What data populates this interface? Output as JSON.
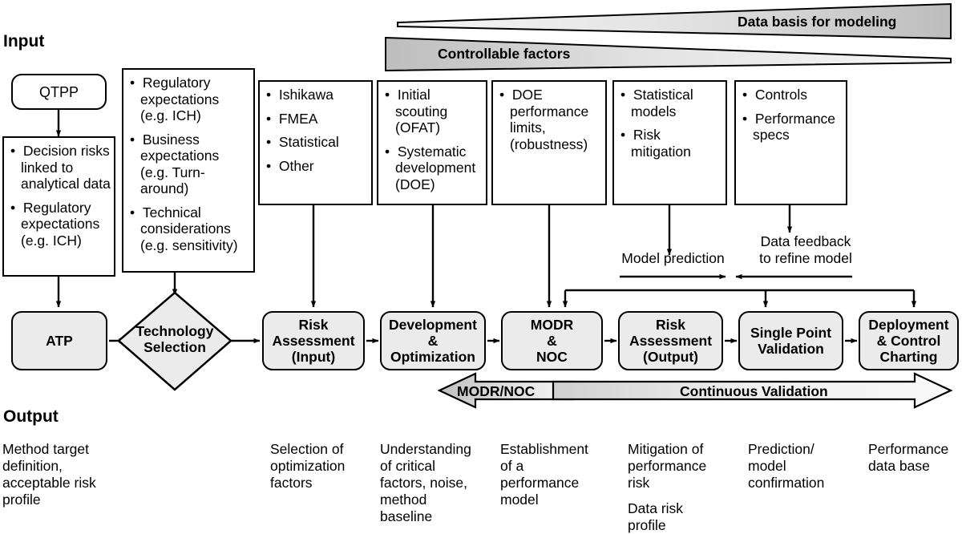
{
  "labels": {
    "input_heading": "Input",
    "output_heading": "Output"
  },
  "wedges": [
    {
      "name": "data-basis",
      "text": "Data basis for modeling"
    },
    {
      "name": "controllable-factors",
      "text": "Controllable factors"
    }
  ],
  "input_boxes": [
    {
      "name": "qtpp",
      "shape": "rounded",
      "text": "QTPP"
    },
    {
      "name": "decision-risks",
      "shape": "rect",
      "bullets": [
        "Decision risks linked to analytical data",
        "Regulatory expectations (e.g. ICH)"
      ]
    },
    {
      "name": "expectations",
      "shape": "rect",
      "bullets": [
        "Regulatory expectations (e.g. ICH)",
        "Business expectations (e.g. Turn-around)",
        "Technical considerations (e.g. sensitivity)"
      ]
    }
  ],
  "tool_boxes": [
    {
      "name": "risk-tools",
      "bullets": [
        "Ishikawa",
        "FMEA",
        "Statistical",
        "Other"
      ]
    },
    {
      "name": "doe-methods",
      "bullets": [
        "Initial scouting (OFAT)",
        "Systematic development (DOE)"
      ]
    },
    {
      "name": "doe-limits",
      "bullets": [
        "DOE performance limits, (robustness)"
      ]
    },
    {
      "name": "stat-models",
      "bullets": [
        "Statistical models",
        "Risk mitigation"
      ]
    },
    {
      "name": "controls",
      "bullets": [
        "Controls",
        "Performance specs"
      ]
    }
  ],
  "annotations": [
    {
      "name": "model-prediction",
      "text": "Model prediction"
    },
    {
      "name": "data-feedback",
      "text": "Data feedback\nto refine model",
      "line1": "Data feedback",
      "line2": "to refine model"
    }
  ],
  "process": [
    {
      "name": "atp",
      "shape": "rounded",
      "lines": [
        "ATP"
      ]
    },
    {
      "name": "technology-selection",
      "shape": "diamond",
      "lines": [
        "Technology",
        "Selection"
      ]
    },
    {
      "name": "risk-assessment-input",
      "shape": "rounded",
      "lines": [
        "Risk",
        "Assessment",
        "(Input)"
      ]
    },
    {
      "name": "development-optimization",
      "shape": "rounded",
      "lines": [
        "Development",
        "&",
        "Optimization"
      ]
    },
    {
      "name": "modr-noc",
      "shape": "rounded",
      "lines": [
        "MODR",
        "&",
        "NOC"
      ]
    },
    {
      "name": "risk-assessment-output",
      "shape": "rounded",
      "lines": [
        "Risk",
        "Assessment",
        "(Output)"
      ]
    },
    {
      "name": "single-point-validation",
      "shape": "rounded",
      "lines": [
        "Single Point",
        "Validation"
      ]
    },
    {
      "name": "deployment-control-charting",
      "shape": "rounded",
      "lines": [
        "Deployment",
        "& Control",
        "Charting"
      ]
    }
  ],
  "bands": [
    {
      "name": "modr-noc-band",
      "text": "MODR/NOC",
      "direction": "left"
    },
    {
      "name": "continuous-validation-band",
      "text": "Continuous Validation",
      "direction": "right"
    }
  ],
  "outputs": [
    {
      "name": "output-atp",
      "lines": [
        "Method target",
        "definition,",
        "acceptable risk",
        "profile"
      ]
    },
    {
      "name": "output-risk-input",
      "lines": [
        "Selection of",
        "optimization",
        "factors"
      ]
    },
    {
      "name": "output-development",
      "lines": [
        "Understanding",
        "of critical",
        "factors, noise,",
        "method",
        "baseline"
      ]
    },
    {
      "name": "output-modr",
      "lines": [
        "Establishment",
        "of a",
        "performance",
        "model"
      ]
    },
    {
      "name": "output-risk-output",
      "lines": [
        "Mitigation of",
        "performance",
        "risk",
        "",
        "Data risk",
        "profile"
      ]
    },
    {
      "name": "output-spv",
      "lines": [
        "Prediction/",
        "model",
        "confirmation"
      ]
    },
    {
      "name": "output-deployment",
      "lines": [
        "Performance",
        "data base"
      ]
    }
  ],
  "colors": {
    "box_fill": "#ebebeb",
    "wedge_light": "#f6f6f6",
    "wedge_dark": "#c9c9c9",
    "stroke": "#000000",
    "white": "#ffffff"
  }
}
